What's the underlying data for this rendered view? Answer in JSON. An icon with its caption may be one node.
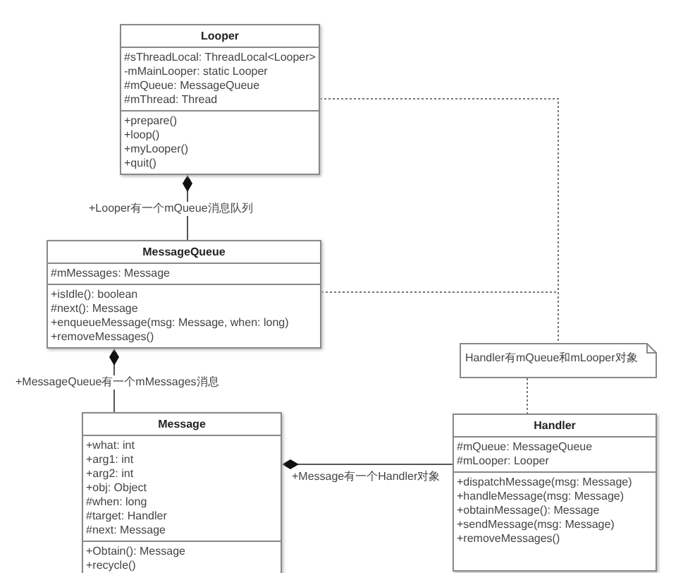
{
  "diagram": {
    "nodes": [
      {
        "text": [
          "Looper",
          "#sThreadLocal: ThreadLocal<Looper>",
          "-mMainLooper: static Looper",
          "#mQueue: MessageQueue",
          "#mThread: Thread",
          "+prepare()",
          "+loop()",
          "+myLooper()",
          "+quit()"
        ]
      },
      {
        "text": [
          "MessageQueue",
          "#mMessages: Message",
          "+isIdle(): boolean",
          "#next(): Message",
          "+enqueueMessage(msg: Message, when: long)",
          "+removeMessages()"
        ]
      },
      {
        "text": [
          "Message",
          "+what: int",
          "+arg1: int",
          "+arg2: int",
          "+obj: Object",
          "#when: long",
          "#target: Handler",
          "#next: Message",
          "+Obtain(): Message",
          "+recycle()"
        ]
      },
      {
        "text": [
          "Handler",
          "#mQueue: MessageQueue",
          "#mLooper: Looper",
          "+dispatchMessage(msg: Message)",
          "+handleMessage(msg: Message)",
          "+obtainMessage(): Message",
          "+sendMessage(msg: Message)",
          "+removeMessages()"
        ]
      },
      {
        "text": [
          "Handler有mQueue和mLooper对象"
        ]
      }
    ],
    "edges": [
      {
        "from": 0,
        "to": 1,
        "arrow": "other",
        "label": "+Looper有一个mQueue消息队列"
      },
      {
        "from": 1,
        "to": 2,
        "arrow": "other",
        "label": "+MessageQueue有一个mMessages消息"
      },
      {
        "from": 2,
        "to": 3,
        "arrow": "other",
        "label": "+Message有一个Handler对象"
      },
      {
        "from": 0,
        "to": 4,
        "arrow": "none",
        "style": "dashed"
      },
      {
        "from": 1,
        "to": 4,
        "arrow": "none",
        "style": "dashed"
      },
      {
        "from": 4,
        "to": 3,
        "arrow": "none",
        "style": "dashed"
      }
    ]
  }
}
